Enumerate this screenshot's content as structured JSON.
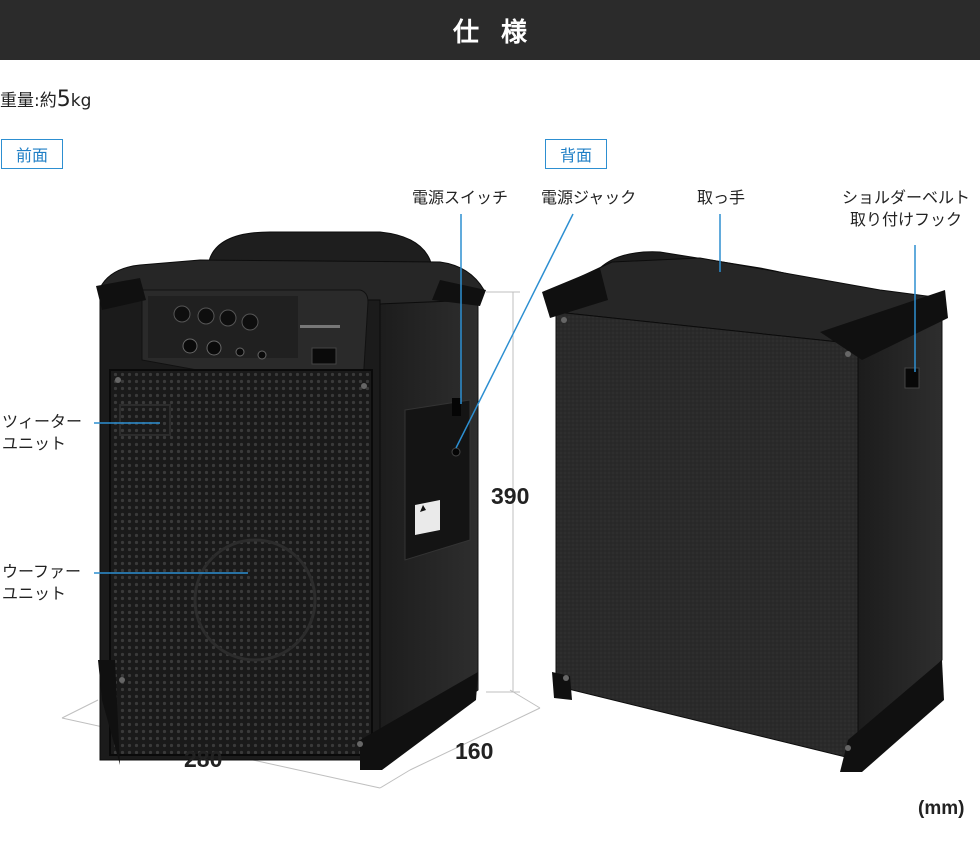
{
  "header": {
    "title": "仕様"
  },
  "weight": {
    "label": "重量:約",
    "value": "5",
    "unit": "kg"
  },
  "tags": {
    "front": "前面",
    "back": "背面"
  },
  "callouts": {
    "tweeter_line1": "ツィーター",
    "tweeter_line2": "ユニット",
    "woofer_line1": "ウーファー",
    "woofer_line2": "ユニット",
    "power_switch": "電源スイッチ",
    "power_jack": "電源ジャック",
    "handle": "取っ手",
    "strap_line1": "ショルダーベルト",
    "strap_line2": "取り付けフック"
  },
  "dimensions": {
    "height": "390",
    "width": "280",
    "depth": "160",
    "unit": "(mm)"
  },
  "colors": {
    "header_bg": "#2b2b2b",
    "tag_border": "#2d8fd1",
    "leader_line": "#2d8fd1",
    "dim_line": "#bfbfbf"
  }
}
